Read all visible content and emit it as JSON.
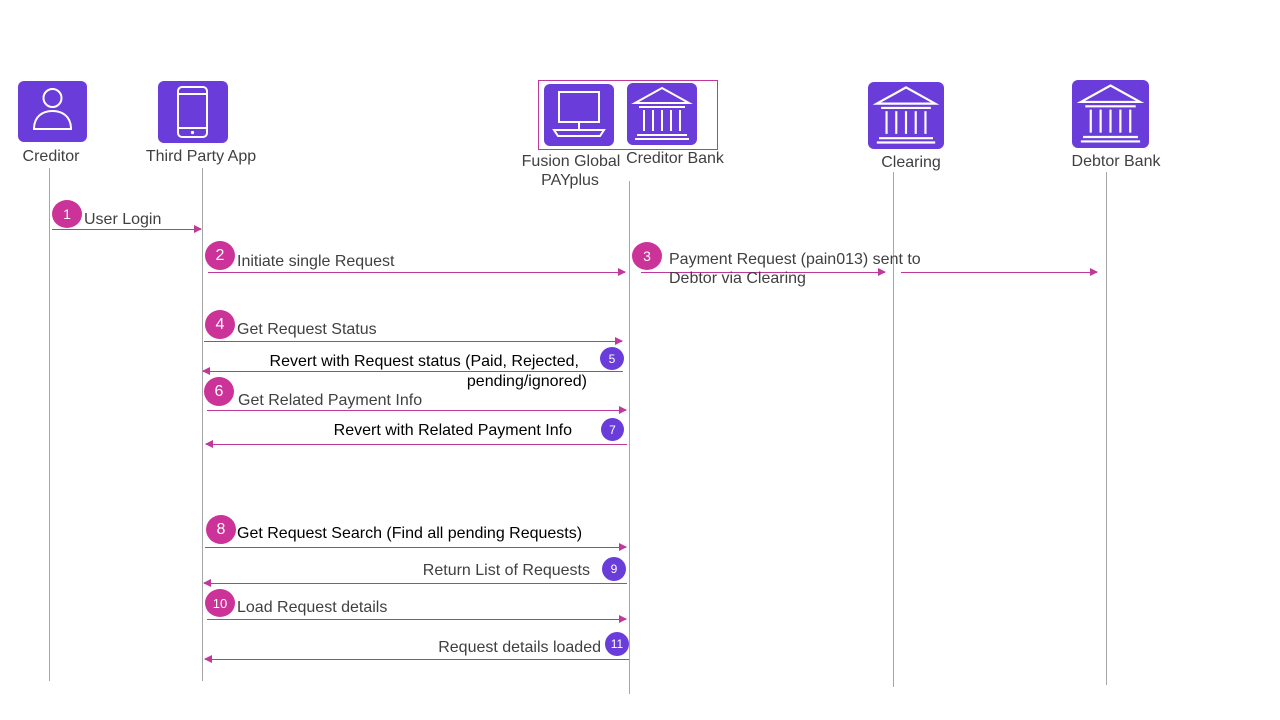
{
  "actors": {
    "creditor": "Creditor",
    "third_party_app": "Third Party App",
    "fusion_line1": "Fusion Global",
    "fusion_line2": "PAYplus",
    "creditor_bank": "Creditor Bank",
    "clearing": "Clearing",
    "debtor_bank": "Debtor Bank"
  },
  "icons": {
    "creditor": "user-icon",
    "third_party_app": "mobile-phone-icon",
    "fusion": "computer-monitor-icon",
    "creditor_bank": "bank-icon",
    "clearing": "bank-icon",
    "debtor_bank": "bank-icon"
  },
  "colors": {
    "icon_bg": "#6a3ddb",
    "arrow": "#c0399a",
    "step_magenta": "#cc3399",
    "step_purple": "#6a3ddb",
    "lifeline": "#a6a6a6"
  },
  "messages": [
    {
      "step": "1",
      "label": "User Login"
    },
    {
      "step": "2",
      "label": "Initiate single Request"
    },
    {
      "step": "3",
      "label_line1": "Payment Request (pain013) sent to",
      "label_line2": "Debtor via Clearing"
    },
    {
      "step": "4",
      "label": "Get Request Status"
    },
    {
      "step": "5",
      "label_line1": "Revert with Request status (Paid, Rejected,",
      "label_line2": "pending/ignored)"
    },
    {
      "step": "6",
      "label": "Get Related Payment Info"
    },
    {
      "step": "7",
      "label": "Revert with Related Payment Info"
    },
    {
      "step": "8",
      "label": "Get Request Search (Find all pending Requests)"
    },
    {
      "step": "9",
      "label": "Return  List of Requests"
    },
    {
      "step": "10",
      "label": "Load Request details"
    },
    {
      "step": "11",
      "label": "Request details loaded"
    }
  ]
}
